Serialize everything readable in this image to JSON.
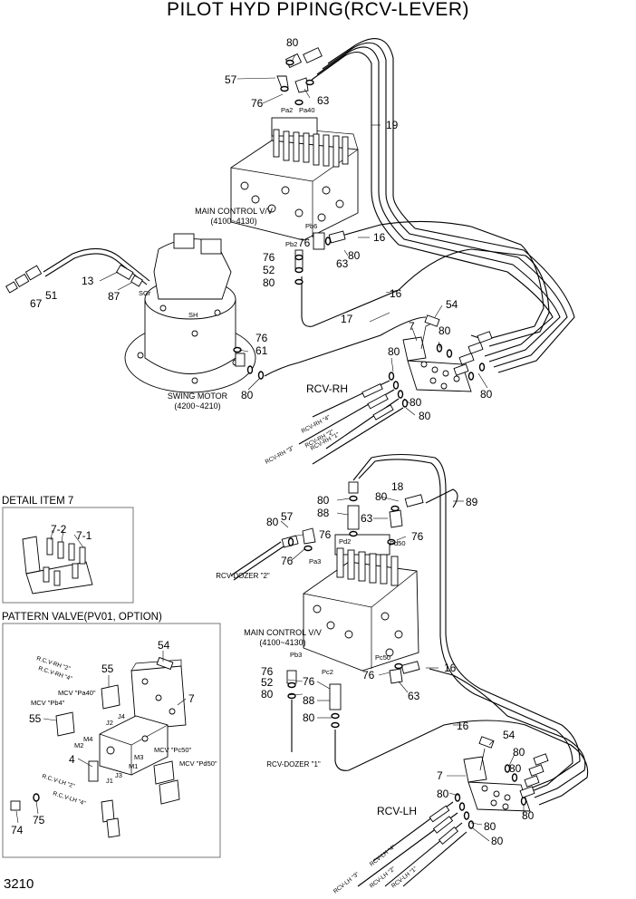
{
  "title": "PILOT HYD PIPING(RCV-LEVER)",
  "page_number": "3210",
  "sections": {
    "detail_title": "DETAIL ITEM 7",
    "pattern_title": "PATTERN VALVE(PV01, OPTION)",
    "rcv_rh": "RCV-RH",
    "rcv_lh": "RCV-LH"
  },
  "labels": {
    "mcv_top_1": "MAIN CONTROL V/V",
    "mcv_top_2": "(4100~4130)",
    "mcv_bot_1": "MAIN CONTROL V/V",
    "mcv_bot_2": "(4100~4130)",
    "swing_1": "SWING MOTOR",
    "swing_2": "(4200~4210)",
    "dozer_2": "RCV-DOZER \"2\"",
    "dozer_1": "RCV-DOZER \"1\"",
    "rh4": "RCV-RH \"4\"",
    "rh2": "RCV-RH \"2\"",
    "rh3": "RCV-RH \"3\"",
    "rh1": "RCV-RH \"1\"",
    "lh4": "RCV-LH \"4\"",
    "lh2": "RCV-LH \"2\"",
    "lh3": "RCV-LH \"3\"",
    "lh1": "RCV-LH \"1\"",
    "pv_rh2": "R.C.V-RH \"2\"",
    "pv_rh4": "R.C.V-RH \"4\"",
    "pv_lh2": "R.C.V-LH \"2\"",
    "pv_lh4": "R.C.V-LH \"4\"",
    "mcv_pa40": "MCV \"Pa40\"",
    "mcv_pb4": "MCV \"Pb4\"",
    "mcv_pc50": "MCV \"Pc50\"",
    "mcv_pd50": "MCV \"Pd50\""
  },
  "ports": {
    "pa2": "Pa2",
    "pa40": "Pa40",
    "pb6": "Pb6",
    "pb2": "Pb2",
    "sgr": "SGr",
    "sh": "SH",
    "pd2": "Pd2",
    "pd50": "Pd50",
    "pa3": "Pa3",
    "pb3": "Pb3",
    "pc2": "Pc2",
    "pc50": "Pc50",
    "j1": "J1",
    "j2": "J2",
    "j3": "J3",
    "j4": "J4",
    "m1": "M1",
    "m2": "M2",
    "m3": "M3",
    "m4": "M4"
  },
  "callouts": {
    "c80a": "80",
    "c57a": "57",
    "c76a": "76",
    "c63a": "63",
    "c19": "19",
    "c16a": "16",
    "c80b": "80",
    "c76b": "76",
    "c63b": "63",
    "c76c": "76",
    "c52a": "52",
    "c80c": "80",
    "c16b": "16",
    "c17": "17",
    "c13": "13",
    "c87": "87",
    "c67": "67",
    "c51": "51",
    "c76d": "76",
    "c61": "61",
    "c80d": "80",
    "c54a": "54",
    "c7a": "7",
    "c80e": "80",
    "c80f": "80",
    "c80g": "80",
    "c80h": "80",
    "c80i": "80",
    "c18": "18",
    "c89": "89",
    "c80j": "80",
    "c88a": "88",
    "c80k": "80",
    "c63c": "63",
    "c76e": "76",
    "c80l": "80",
    "c57b": "57",
    "c76f": "76",
    "c76g": "76",
    "c76h": "76",
    "c52b": "52",
    "c80m": "80",
    "c76i": "76",
    "c88b": "88",
    "c80n": "80",
    "c76j": "76",
    "c16c": "16",
    "c63d": "63",
    "c16d": "16",
    "c54b": "54",
    "c80o": "80",
    "c80p": "80",
    "c7b": "7",
    "c80q": "80",
    "c80r": "80",
    "c80s": "80",
    "c80t": "80",
    "c72": "7-2",
    "c71": "7-1",
    "c54p": "54",
    "c55a": "55",
    "c7p": "7",
    "c55b": "55",
    "c4": "4",
    "c74": "74",
    "c75": "75"
  }
}
